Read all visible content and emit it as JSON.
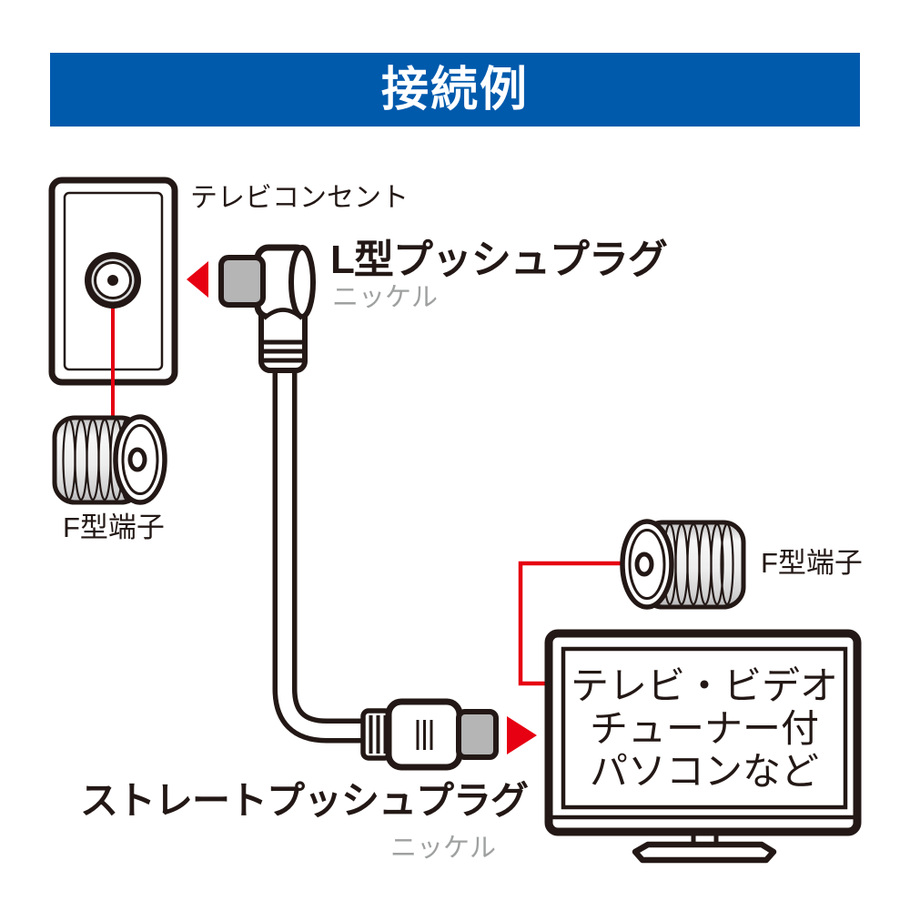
{
  "header": {
    "title": "接続例"
  },
  "outlet": {
    "label": "テレビコンセント"
  },
  "l_plug": {
    "title": "L型プッシュプラグ",
    "subtitle": "ニッケル"
  },
  "straight_plug": {
    "title": "ストレートプッシュプラグ",
    "subtitle": "ニッケル"
  },
  "f_terminal_left": {
    "label": "F型端子"
  },
  "f_terminal_right": {
    "label": "F型端子"
  },
  "device": {
    "line1": "テレビ・ビデオ",
    "line2": "チューナー付",
    "line3": "パソコンなど"
  },
  "colors": {
    "accent_blue": "#005AAC",
    "accent_red": "#E60012",
    "line_dark": "#231815",
    "metal_gray": "#B5B5B6",
    "light_gray": "#DCDDDD",
    "subtitle_gray": "#9FA0A0"
  }
}
